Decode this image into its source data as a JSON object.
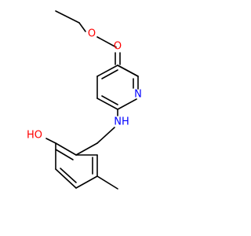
{
  "molecule": {
    "atoms": {
      "ester_O": "O",
      "carbonyl_O": "O",
      "ring_N": "N",
      "amine_N": "NH",
      "phenol_O": "HO"
    },
    "colors": {
      "bond": "#000000",
      "oxygen": "#ff0000",
      "nitrogen": "#0000ff"
    }
  }
}
